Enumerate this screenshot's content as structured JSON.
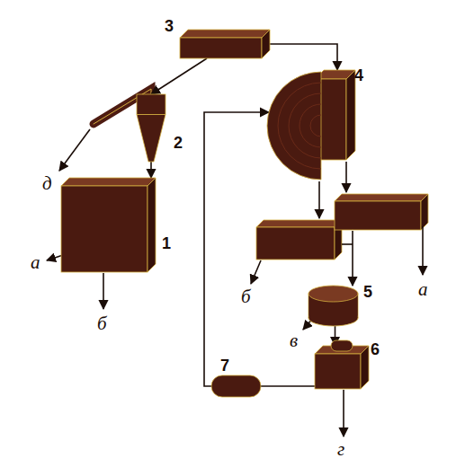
{
  "diagram": {
    "nodes": [
      {
        "text": [
          "3"
        ]
      },
      {
        "text": [
          "2"
        ]
      },
      {
        "text": [
          "4"
        ]
      },
      {
        "text": [
          "1"
        ]
      },
      {
        "text": [
          "5"
        ]
      },
      {
        "text": [
          "6"
        ]
      },
      {
        "text": [
          "7"
        ]
      }
    ],
    "edges": [
      {
        "from": 0,
        "to": 1,
        "arrow": "to"
      },
      {
        "from": 0,
        "to": 2,
        "arrow": "to"
      },
      {
        "from": 1,
        "to": 3,
        "arrow": "to"
      },
      {
        "from": 4,
        "to": 5,
        "arrow": "to"
      },
      {
        "from": 5,
        "to": 6,
        "arrow": "none"
      },
      {
        "from": 6,
        "to": 2,
        "arrow": "to"
      }
    ],
    "labels": [
      "д",
      "а",
      "б",
      "б",
      "а",
      "в",
      "г"
    ]
  }
}
